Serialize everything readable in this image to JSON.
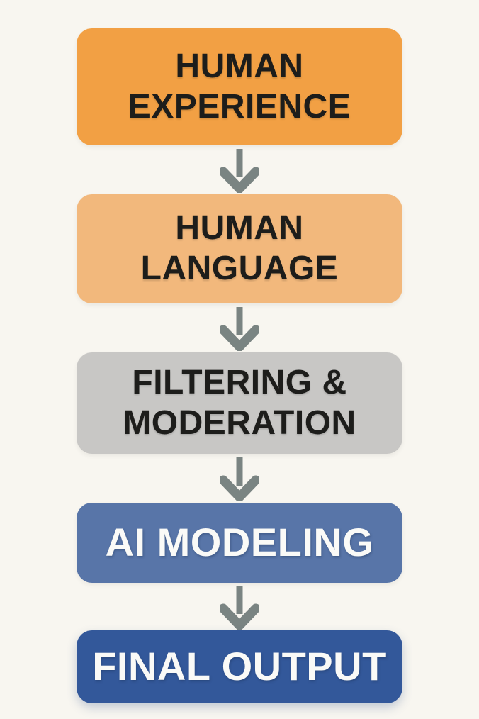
{
  "colors": {
    "background": "#F8F6F0",
    "arrow": "#7A8482"
  },
  "flow": {
    "connector_icon": "down-arrow-icon",
    "steps": [
      {
        "label": "HUMAN EXPERIENCE",
        "bg": "#F2A044",
        "text_color": "#1D1D1B"
      },
      {
        "label": "HUMAN LANGUAGE",
        "bg": "#F2B87C",
        "text_color": "#1D1D1B"
      },
      {
        "label": "FILTERING & MODERATION",
        "bg": "#C8C7C5",
        "text_color": "#1D1D1B"
      },
      {
        "label": "AI MODELING",
        "bg": "#5875A8",
        "text_color": "#FAFAF7"
      },
      {
        "label": "FINAL OUTPUT",
        "bg": "#33589A",
        "text_color": "#FAFAF7"
      }
    ]
  }
}
